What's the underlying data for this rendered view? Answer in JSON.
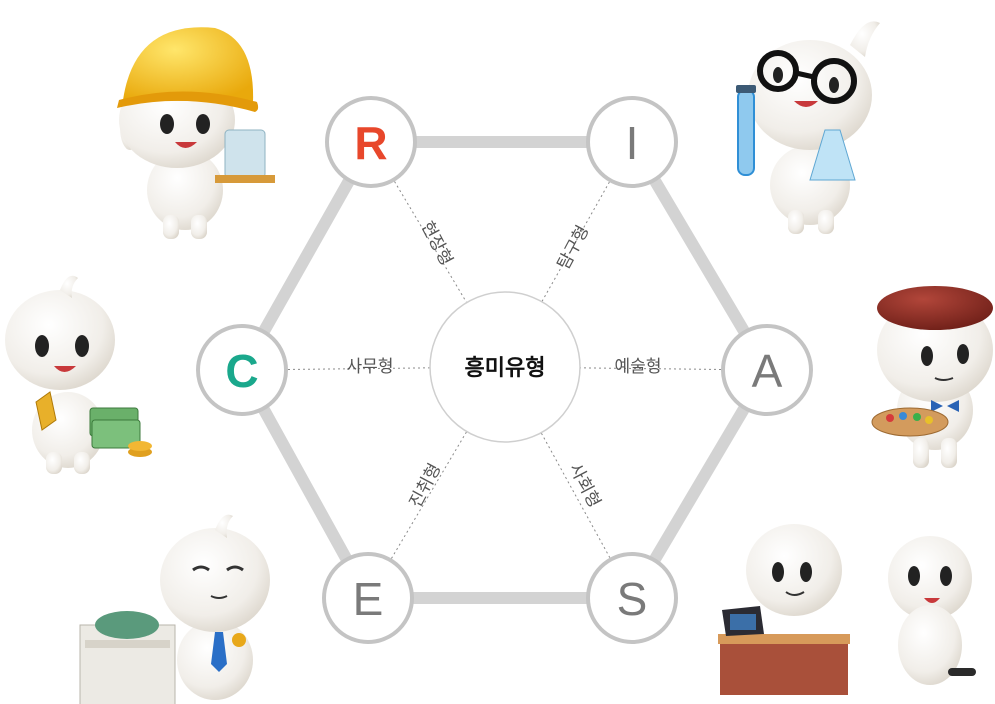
{
  "center": {
    "label": "흥미유형"
  },
  "nodes": [
    {
      "id": "R",
      "letter": "R",
      "color": "#e8472b",
      "bold": true
    },
    {
      "id": "I",
      "letter": "I",
      "color": "#7a7a7a",
      "bold": false
    },
    {
      "id": "A",
      "letter": "A",
      "color": "#7a7a7a",
      "bold": false
    },
    {
      "id": "S",
      "letter": "S",
      "color": "#7a7a7a",
      "bold": false
    },
    {
      "id": "E",
      "letter": "E",
      "color": "#7a7a7a",
      "bold": false
    },
    {
      "id": "C",
      "letter": "C",
      "color": "#1aa88c",
      "bold": true
    }
  ],
  "types": {
    "R": "현장형",
    "I": "탐구형",
    "A": "예술형",
    "S": "사회형",
    "E": "진취형",
    "C": "사무형"
  },
  "colors": {
    "edge": "#d3d3d3",
    "node_ring": "#c4c4c4",
    "spoke": "#8a8a8a",
    "center_ring": "#cfcfcf"
  },
  "characters": [
    {
      "name": "builder-character",
      "hat": "hard-hat",
      "hat_color": "#f4c21a"
    },
    {
      "name": "scientist-character",
      "prop": "test-tube",
      "accent": "#2f8fd6"
    },
    {
      "name": "artist-character",
      "hat": "beret",
      "hat_color": "#8b2d22"
    },
    {
      "name": "office-character",
      "prop": "money-stack",
      "accent": "#4a9a4a"
    },
    {
      "name": "leader-character",
      "prop": "tie-and-badge",
      "accent": "#2a6fc7"
    },
    {
      "name": "social-characters",
      "prop": "desk-and-laptop",
      "accent": "#b5543c"
    }
  ]
}
